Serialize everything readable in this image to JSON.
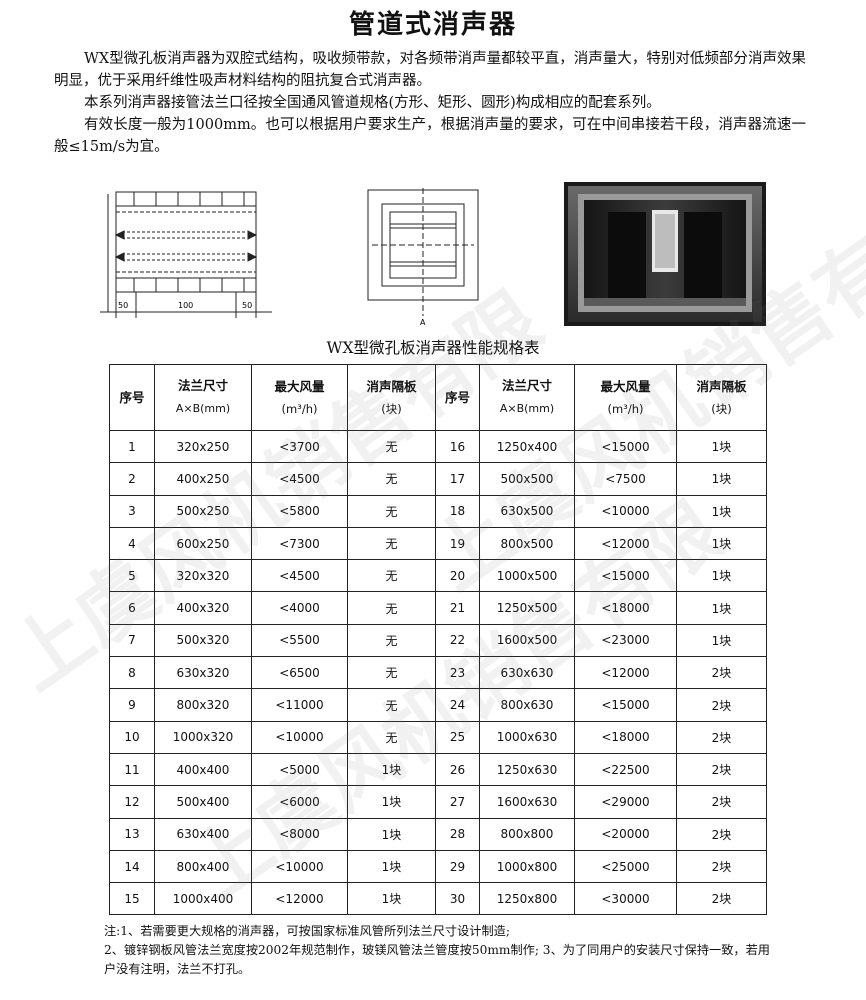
{
  "title": "管道式消声器",
  "intro": [
    "WX型微孔板消声器为双腔式结构，吸收频带款，对各频带消声量都较平直，消声量大，特别对低频部分消声效果明显，优于采用纤维性吸声材料结构的阻抗复合式消声器。",
    "本系列消声器接管法兰口径按全国通风管道规格(方形、矩形、圆形)构成相应的配套系列。",
    "有效长度一般为1000mm。也可以根据用户要求生产，根据消声量的要求，可在中间串接若干段，消声器流速一般≤15m/s为宜。"
  ],
  "figure1": {
    "dims": [
      "50",
      "100",
      "50"
    ]
  },
  "figure2": {
    "label": "A"
  },
  "table_title": "WX型微孔板消声器性能规格表",
  "table": {
    "headers": {
      "no": "序号",
      "flange": "法兰尺寸",
      "flange_unit": "A×B(mm)",
      "airflow": "最大风量",
      "airflow_unit": "(m³/h)",
      "baffle": "消声隔板",
      "baffle_unit": "(块)"
    },
    "rows": [
      {
        "l": [
          "1",
          "320x250",
          "<3700",
          "无"
        ],
        "r": [
          "16",
          "1250x400",
          "<15000",
          "1块"
        ]
      },
      {
        "l": [
          "2",
          "400x250",
          "<4500",
          "无"
        ],
        "r": [
          "17",
          "500x500",
          "<7500",
          "1块"
        ]
      },
      {
        "l": [
          "3",
          "500x250",
          "<5800",
          "无"
        ],
        "r": [
          "18",
          "630x500",
          "<10000",
          "1块"
        ]
      },
      {
        "l": [
          "4",
          "600x250",
          "<7300",
          "无"
        ],
        "r": [
          "19",
          "800x500",
          "<12000",
          "1块"
        ]
      },
      {
        "l": [
          "5",
          "320x320",
          "<4500",
          "无"
        ],
        "r": [
          "20",
          "1000x500",
          "<15000",
          "1块"
        ]
      },
      {
        "l": [
          "6",
          "400x320",
          "<4000",
          "无"
        ],
        "r": [
          "21",
          "1250x500",
          "<18000",
          "1块"
        ]
      },
      {
        "l": [
          "7",
          "500x320",
          "<5500",
          "无"
        ],
        "r": [
          "22",
          "1600x500",
          "<23000",
          "1块"
        ]
      },
      {
        "l": [
          "8",
          "630x320",
          "<6500",
          "无"
        ],
        "r": [
          "23",
          "630x630",
          "<12000",
          "2块"
        ]
      },
      {
        "l": [
          "9",
          "800x320",
          "<11000",
          "无"
        ],
        "r": [
          "24",
          "800x630",
          "<15000",
          "2块"
        ]
      },
      {
        "l": [
          "10",
          "1000x320",
          "<10000",
          "无"
        ],
        "r": [
          "25",
          "1000x630",
          "<18000",
          "2块"
        ]
      },
      {
        "l": [
          "11",
          "400x400",
          "<5000",
          "1块"
        ],
        "r": [
          "26",
          "1250x630",
          "<22500",
          "2块"
        ]
      },
      {
        "l": [
          "12",
          "500x400",
          "<6000",
          "1块"
        ],
        "r": [
          "27",
          "1600x630",
          "<29000",
          "2块"
        ]
      },
      {
        "l": [
          "13",
          "630x400",
          "<8000",
          "1块"
        ],
        "r": [
          "28",
          "800x800",
          "<20000",
          "2块"
        ]
      },
      {
        "l": [
          "14",
          "800x400",
          "<10000",
          "1块"
        ],
        "r": [
          "29",
          "1000x800",
          "<25000",
          "2块"
        ]
      },
      {
        "l": [
          "15",
          "1000x400",
          "<12000",
          "1块"
        ],
        "r": [
          "30",
          "1250x800",
          "<30000",
          "2块"
        ]
      }
    ]
  },
  "notes": [
    "注:1、若需要更大规格的消声器，可按国家标准风管所列法兰尺寸设计制造;",
    "2、镀锌钢板风管法兰宽度按2002年规范制作，玻镁风管法兰管度按50mm制作; 3、为了同用户的安装尺寸保持一致，若用户没有注明，法兰不打孔。"
  ],
  "watermark": [
    "上虞风机销售有限",
    "上虞风机销售有限",
    "上虞风机销售有限"
  ]
}
